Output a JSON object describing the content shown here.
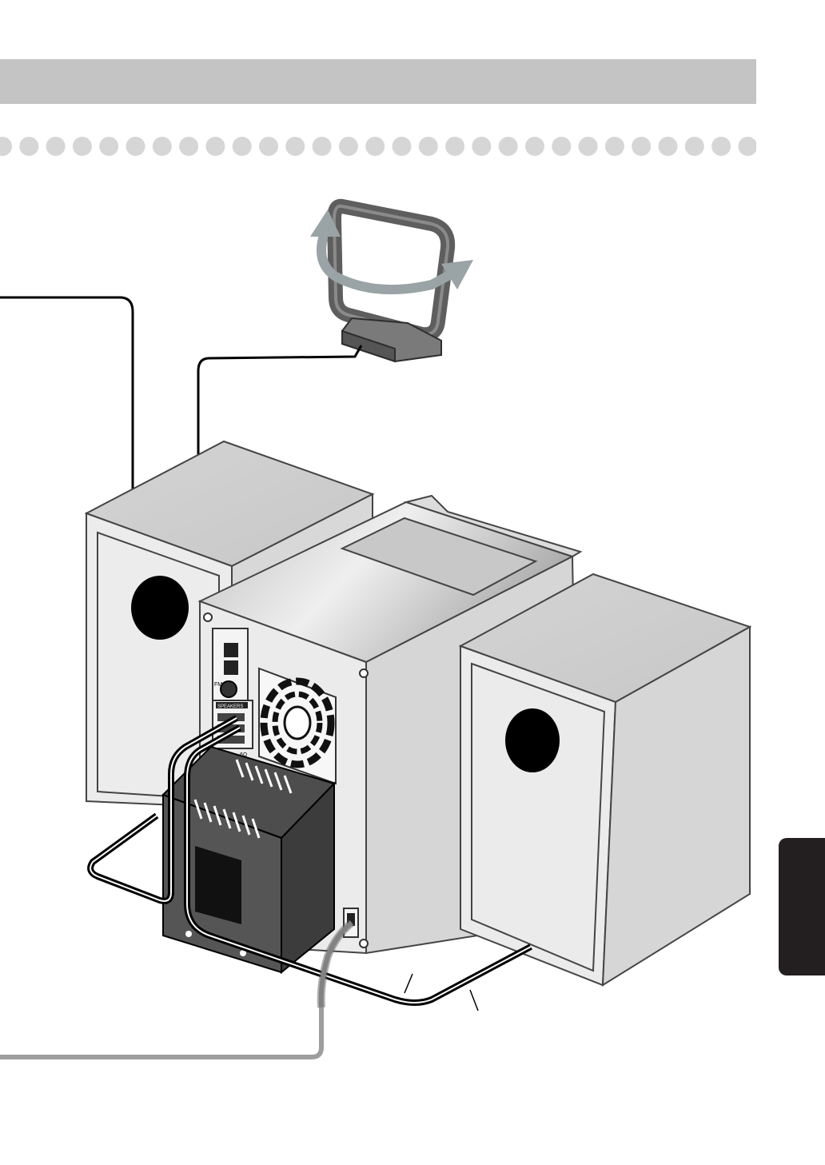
{
  "figure": {
    "components": [
      "am-loop-antenna",
      "rotation-arrow",
      "fm-antenna-wire",
      "left-speaker",
      "main-unit",
      "cooling-fan",
      "speaker-terminals",
      "power-transformer",
      "right-speaker",
      "left-speaker-cord",
      "right-speaker-cord",
      "power-cord",
      "ac-inlet"
    ],
    "panel_labels": {
      "fm": "FM",
      "speakers": "SPEAKERS",
      "impedance": "6Ω"
    }
  },
  "colors": {
    "header_band": "#c4c4c4",
    "dots": "#d6d6d6",
    "side_tab": "#231f20",
    "antenna": "#6a6a6a",
    "arrow": "#9aa3a6",
    "cabinet_light": "#eaeaea",
    "cabinet_mid": "#d9d9d9",
    "transformer": "#4a4a4a",
    "power_cord": "#9e9e9e"
  }
}
